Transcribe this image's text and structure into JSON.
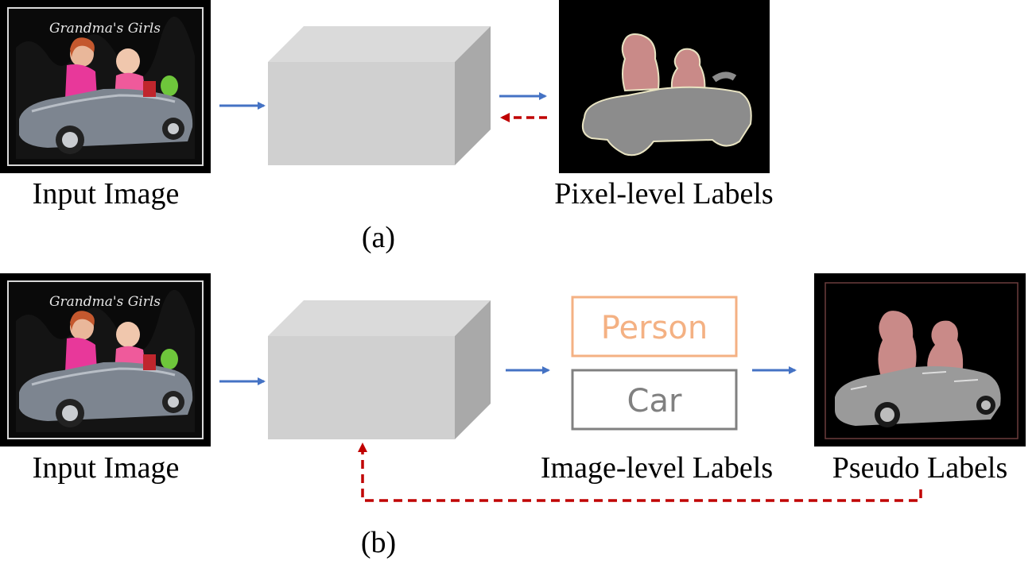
{
  "panel_a": {
    "input_label": "Input Image",
    "output_label": "Pixel-level Labels",
    "caption": "(a)"
  },
  "panel_b": {
    "input_label": "Input Image",
    "class_labels": [
      "Person",
      "Car"
    ],
    "class_labels_caption": "Image-level Labels",
    "output_label": "Pseudo Labels",
    "caption": "(b)"
  },
  "photo": {
    "title": "Grandma's Girls"
  },
  "colors": {
    "forward_arrow": "#4472c4",
    "feedback_arrow": "#c00000",
    "person_mask": "#c98a88",
    "car_mask": "#8c8c8c",
    "mask_outline": "#e8e3c2",
    "person_box": "#f4b183",
    "car_box": "#808080"
  },
  "icons": [
    "network-cube-icon",
    "arrow-right-icon",
    "dashed-arrow-left-icon",
    "dashed-feedback-arrow-icon"
  ]
}
